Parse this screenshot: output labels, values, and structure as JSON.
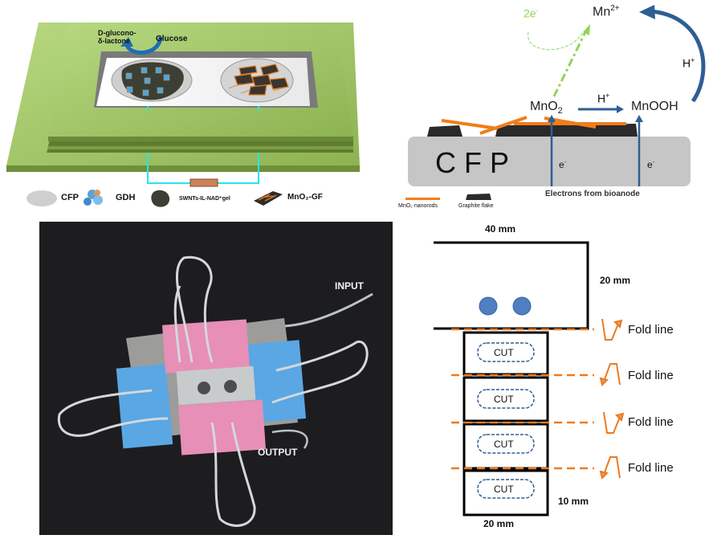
{
  "panel_a": {
    "title": "Biofuel cell schematic",
    "labels": {
      "product": "D-glucono-",
      "product_line2": "δ-lactone",
      "substrate": "Glucose"
    },
    "legend": [
      {
        "icon": "cfp-disk-icon",
        "label": "CFP"
      },
      {
        "icon": "gdh-enzyme-icon",
        "label": "GDH"
      },
      {
        "icon": "gel-blob-icon",
        "label": "SWNTs-IL-NAD⁺gel"
      },
      {
        "icon": "mno2-gf-flake-icon",
        "label": "MnO₂-GF"
      }
    ],
    "colors": {
      "tray": "#9dc060",
      "tray_dark": "#6f8f3a",
      "wire": "#25e5ee",
      "arrow": "#1f6db5"
    }
  },
  "panel_b": {
    "electrode_label": "C F P",
    "species": {
      "mn2": "Mn",
      "mn2_sup": "2+",
      "mno2": "MnO",
      "mno2_sub": "2",
      "mnooh": "MnOOH",
      "two_e": "2e",
      "two_e_sup": "-",
      "h_plus": "H",
      "h_plus_sup": "+",
      "e_minus": "e",
      "e_minus_sup": "-"
    },
    "electrons_caption": "Electrons from bioanode",
    "legend": [
      {
        "icon": "nanorod-icon",
        "label": "MnO₂ nanorods"
      },
      {
        "icon": "graphite-flake-icon",
        "label": "Graphite flake"
      }
    ],
    "colors": {
      "cfp": "#c6c6c6",
      "rod": "#f07d1a",
      "arrow": "#2e5e94",
      "green": "#8fd45a"
    }
  },
  "panel_c": {
    "input_label": "INPUT",
    "output_label": "OUTPUT"
  },
  "panel_d": {
    "top_width": "40 mm",
    "top_height": "20 mm",
    "segment_height": "10 mm",
    "segment_width": "20 mm",
    "cut_label": "CUT",
    "fold_lines": [
      {
        "label": "Fold line",
        "direction": "up"
      },
      {
        "label": "Fold line",
        "direction": "down"
      },
      {
        "label": "Fold line",
        "direction": "up"
      },
      {
        "label": "Fold line",
        "direction": "down"
      }
    ],
    "colors": {
      "fold": "#ee7a1e",
      "cut": "#2e5e94",
      "dot": "#4f7fc0"
    }
  }
}
